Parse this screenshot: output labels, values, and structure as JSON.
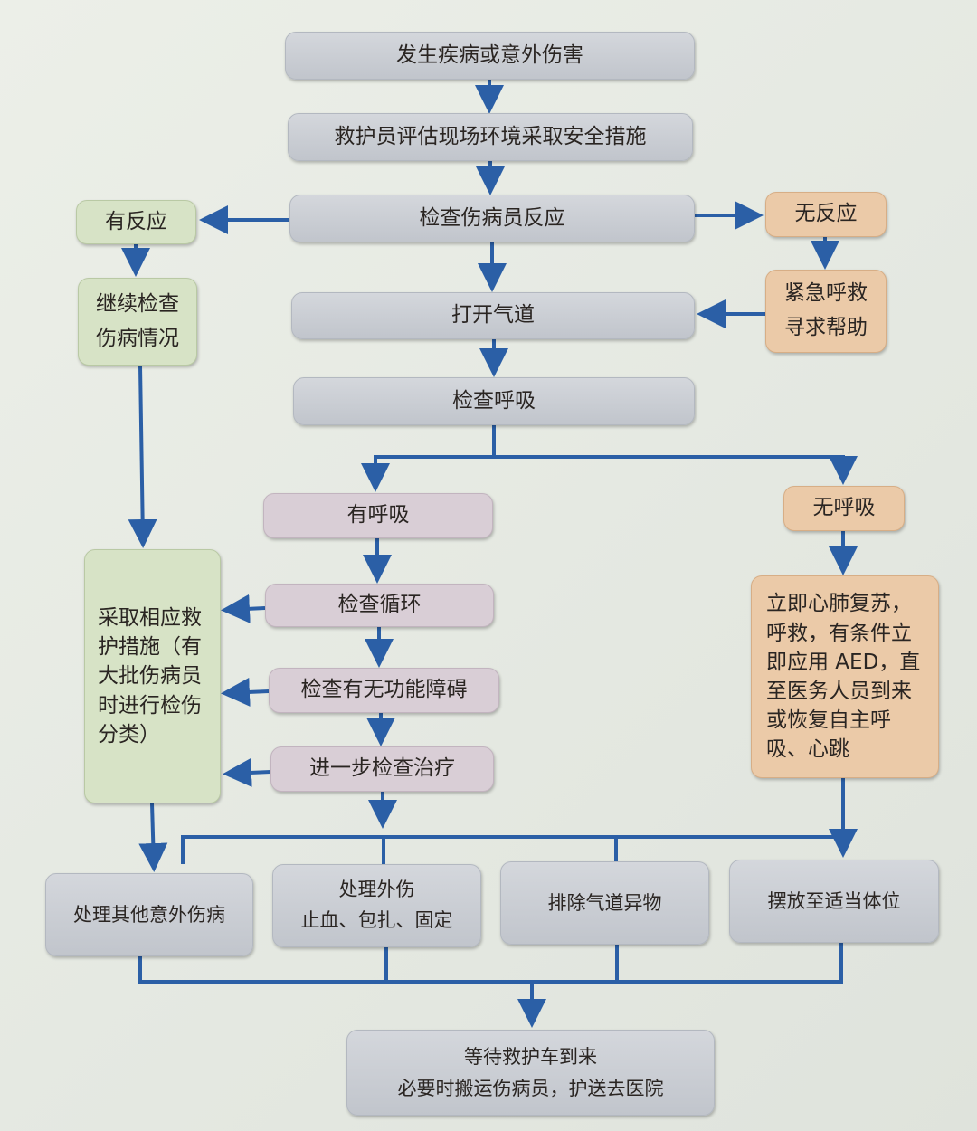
{
  "nodes": {
    "start": "发生疾病或意外伤害",
    "assess_scene": "救护员评估现场环境采取安全措施",
    "check_response": "检查伤病员反应",
    "responsive": "有反应",
    "unresponsive": "无反应",
    "continue_check": "继续检查\n伤病情况",
    "call_help": "紧急呼救\n寻求帮助",
    "open_airway": "打开气道",
    "check_breathing": "检查呼吸",
    "breathing": "有呼吸",
    "not_breathing": "无呼吸",
    "check_circulation": "检查循环",
    "check_disability": "检查有无功能障碍",
    "further_treatment": "进一步检查治疗",
    "take_measures": "采取相应救\n护措施（有\n大批伤病员\n时进行检伤\n分类）",
    "cpr": "立即心肺复苏，\n呼救，有条件立\n即应用 AED，直\n至医务人员到来\n或恢复自主呼\n吸、心跳",
    "other_injuries": "处理其他意外伤病",
    "trauma": "处理外伤\n止血、包扎、固定",
    "airway_obstruction": "排除气道异物",
    "position": "摆放至适当体位",
    "wait_ambulance": "等待救护车到来\n必要时搬运伤病员，护送去医院"
  },
  "colors": {
    "arrow": "#2b5fa6",
    "gray": "#c9cdd3",
    "green": "#d7e3c6",
    "orange": "#ebcaa8",
    "mauve": "#d9ced6"
  }
}
